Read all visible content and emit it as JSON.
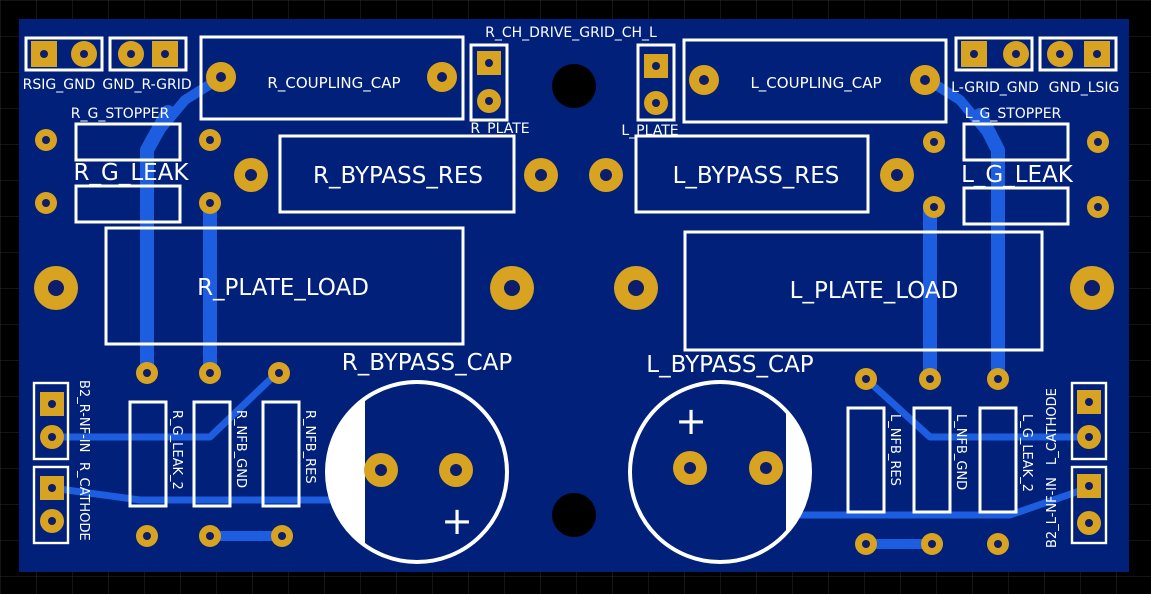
{
  "colors": {
    "board": "#00207a",
    "trace": "#1d5ee0",
    "silkscreen": "#ffffff",
    "pad": "#d8a320",
    "grid_background": "#000000"
  },
  "labels": {
    "r_ch_drive": "R_CH_DRIVE_GRID_CH_L",
    "rsig_gnd": "RSIG_GND",
    "gnd_r_grid": "GND_R-GRID",
    "r_coupling_cap": "R_COUPLING_CAP",
    "r_plate": "R_PLATE",
    "l_plate": "L_PLATE",
    "l_coupling_cap": "L_COUPLING_CAP",
    "l_grid_gnd": "L-GRID_GND",
    "gnd_lsig": "GND_LSIG",
    "r_g_stopper": "R_G_STOPPER",
    "l_g_stopper": "L_G_STOPPER",
    "r_g_leak": "R_G_LEAK",
    "l_g_leak": "L_G_LEAK",
    "r_bypass_res": "R_BYPASS_RES",
    "l_bypass_res": "L_BYPASS_RES",
    "r_plate_load": "R_PLATE_LOAD",
    "l_plate_load": "L_PLATE_LOAD",
    "r_bypass_cap": "R_BYPASS_CAP",
    "l_bypass_cap": "L_BYPASS_CAP",
    "b2_r_nf_in": "B2_R-NF-IN",
    "r_cathode": "R_CATHODE",
    "b2_l_nf_in": "B2_L-NF-IN",
    "l_cathode": "L_CATHODE",
    "r_g_leak_2": "R_G_LEAK_2",
    "r_nfb_gnd": "R_NFB_GND",
    "r_nfb_res": "R_NFB_RES",
    "l_nfb_res": "L_NFB_RES",
    "l_nfb_gnd": "L_NFB_GND",
    "l_g_leak_2": "L_G_LEAK_2",
    "plus_left": "+",
    "plus_right": "+"
  }
}
